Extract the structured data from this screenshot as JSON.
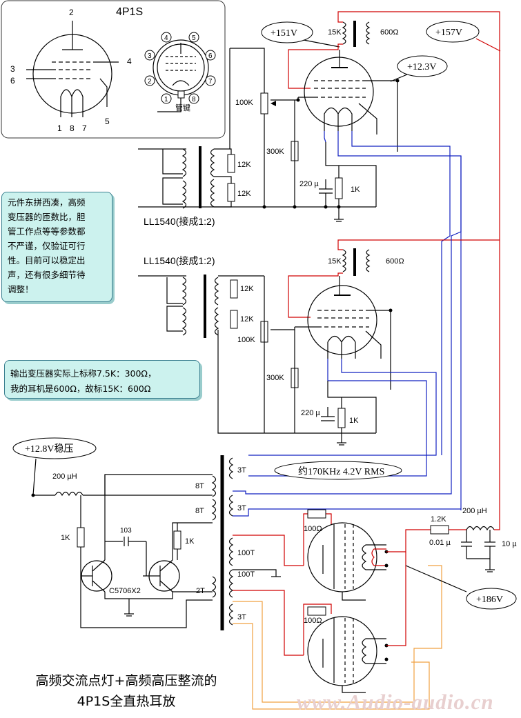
{
  "pinout": {
    "tube_name": "4P1S",
    "pins": [
      "2",
      "3",
      "6",
      "4",
      "1",
      "8",
      "7",
      "5"
    ],
    "socket_pins": [
      "1",
      "2",
      "3",
      "4",
      "5",
      "6",
      "7",
      "8"
    ],
    "key_label": "管键"
  },
  "notes": {
    "note1_lines": [
      "元件东拼西凑，高频",
      "变压器的匝数比，胆",
      "管工作点等等参数都",
      "不严谨，仅验证可行",
      "性。目前可以稳定出",
      "声，还有很多细节待",
      "调整！"
    ],
    "note2_lines": [
      "输出变压器实际上标称7.5K：300Ω，",
      "我的耳机是600Ω，故标15K：600Ω"
    ]
  },
  "stage1": {
    "voltage_plate": "+151V",
    "voltage_screen": "+157V",
    "voltage_cathode": "+12.3V",
    "ot_primary": "15K",
    "ot_secondary": "600Ω",
    "pot": "100K",
    "grid_r": "300K",
    "cap": "220 µ",
    "cath_r": "1K",
    "r12k_a": "12K",
    "r12k_b": "12K",
    "transformer": "LL1540(接成1:2)"
  },
  "stage2": {
    "ot_primary": "15K",
    "ot_secondary": "600Ω",
    "pot": "100K",
    "grid_r": "300K",
    "cap": "220 µ",
    "cath_r": "1K",
    "r12k_a": "12K",
    "r12k_b": "12K",
    "transformer": "LL1540(接成1:2)"
  },
  "oscillator": {
    "supply": "+12.8V稳压",
    "inductor": "200 µH",
    "cap": "103",
    "r_left": "1K",
    "r_right": "1K",
    "transistors": "C5706X2",
    "windings": [
      "8T",
      "8T",
      "2T"
    ],
    "sec_windings": [
      "3T",
      "3T",
      "100T",
      "100T",
      "3T"
    ],
    "freq": "约170KHz 4.2V RMS"
  },
  "rectifier": {
    "r_top": "100Ω",
    "r_bottom": "100Ω",
    "r_filter": "1.2K",
    "inductor": "200 µH",
    "cap1": "0.01 µ",
    "cap2": "10 µ",
    "voltage": "+186V"
  },
  "caption": {
    "line1": "高频交流点灯+高频高压整流的",
    "line2": "4P1S全直热耳放"
  },
  "watermark": "www.Audio-audio.cn"
}
